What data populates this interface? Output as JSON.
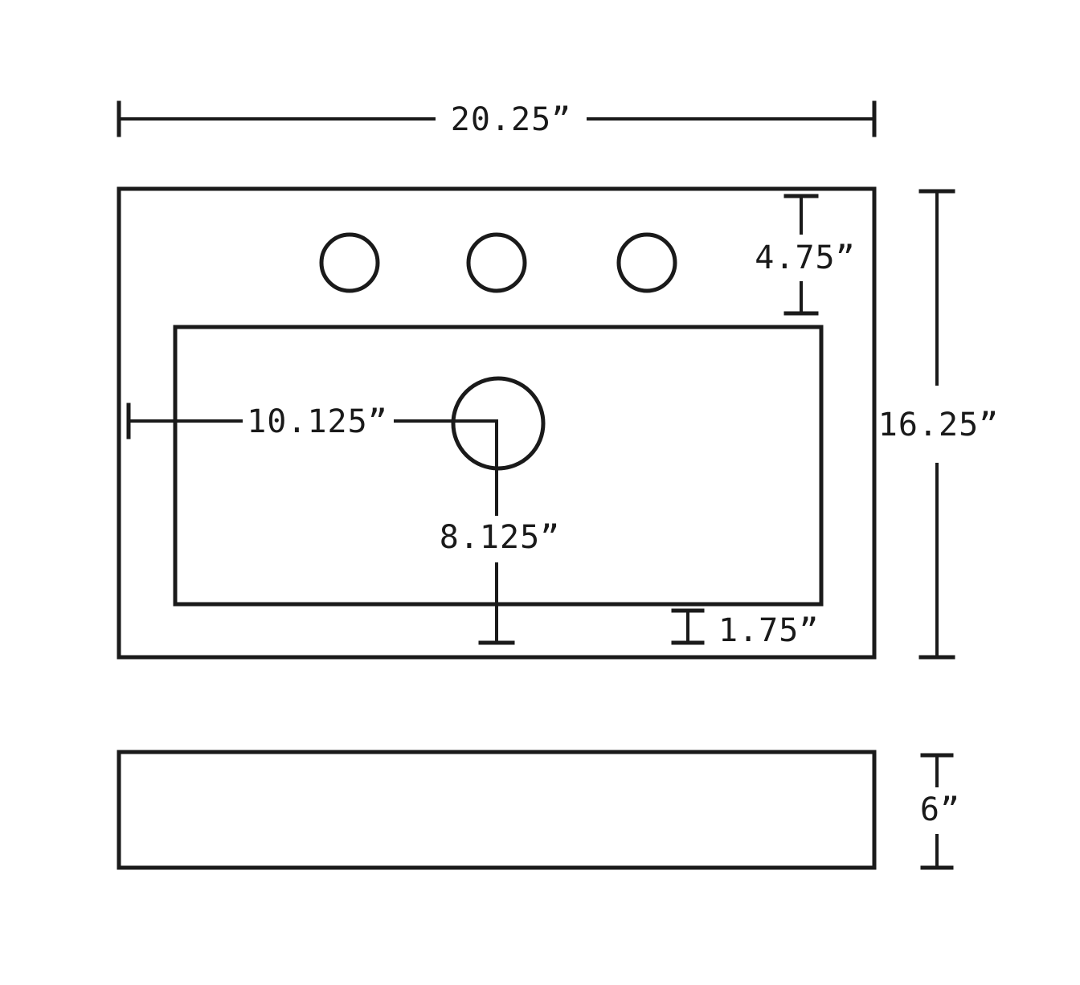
{
  "diagram": {
    "type": "technical-drawing",
    "subject": "rectangular vessel sink with three faucet holes, top view and side view with dimensions",
    "line_color": "#1a1a1a",
    "background_color": "#ffffff",
    "labels": {
      "overall_width": "20.25”",
      "overall_depth": "16.25”",
      "faucet_hole_offset": "4.75”",
      "drain_center_from_left": "10.125”",
      "drain_center_to_bottom": "8.125”",
      "basin_to_edge": "1.75”",
      "side_height": "6”"
    }
  }
}
